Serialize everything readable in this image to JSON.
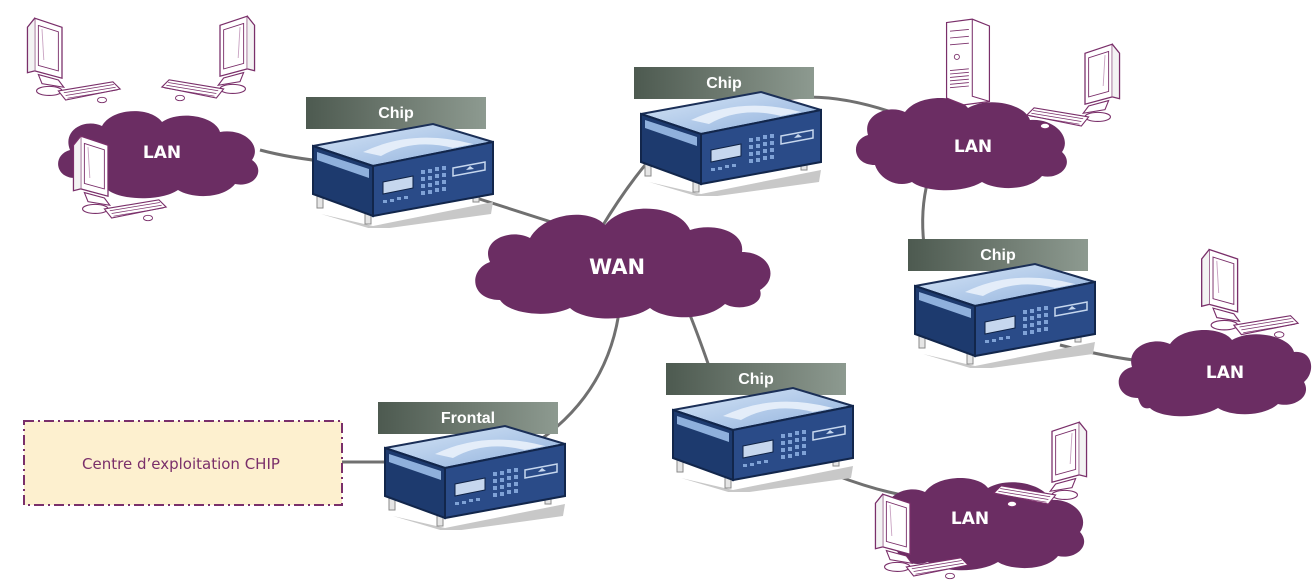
{
  "colors": {
    "cloud": "#6b2d63",
    "link": "#707070",
    "device_body": "#1d3a6e",
    "device_front": "#2a4b88",
    "device_top": "#b9d0ee",
    "label_band": "#5f6b60",
    "centre_fill": "#fdf0cf",
    "centre_border": "#7a2f6a"
  },
  "clouds": {
    "wan": "WAN",
    "lan_1": "LAN",
    "lan_2": "LAN",
    "lan_3": "LAN",
    "lan_4": "LAN"
  },
  "devices": {
    "chip_1": "Chip",
    "chip_2": "Chip",
    "chip_3": "Chip",
    "chip_4": "Chip",
    "frontal": "Frontal"
  },
  "operations_centre": {
    "label": "Centre d’exploitation CHIP"
  },
  "icons": {
    "workstation": "computer-icon",
    "tower": "tower-computer-icon",
    "network_box": "network-appliance-icon"
  }
}
